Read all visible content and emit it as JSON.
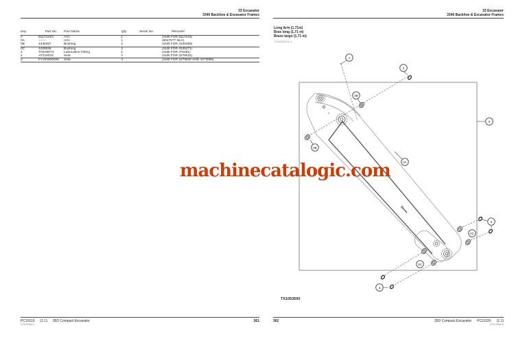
{
  "watermark": {
    "text": "machinecatalogic.com",
    "color": "#c4400d"
  },
  "left_page": {
    "header": {
      "line1": "33 Excavator",
      "line2": "3340 Backhoe & Excavator Frames"
    },
    "table": {
      "headers": {
        "key": "Key",
        "part_no": "Part No.",
        "part_name": "Part Name",
        "qty": "Qty.",
        "serial_no": "Serial No.",
        "remarks": "Remarks"
      },
      "rows": [
        {
          "key": "0",
          "part_no": "8117243G",
          "part_name": "Arm",
          "qty": "1",
          "serial_no": "",
          "remarks": "(SUB FOR 8117243)"
        },
        {
          "key": "0A",
          "part_no": "– – –",
          "part_name": "Arm",
          "qty": "1",
          "serial_no": "",
          "remarks": "(9027077 NLA)"
        },
        {
          "key": "0B",
          "part_no": "4430457",
          "part_name": "Bushing",
          "qty": "2",
          "serial_no": "",
          "remarks": "(SUB FOR 4340369)"
        },
        {
          "key": "0C",
          "part_no": "4428636",
          "part_name": "Bushing",
          "qty": "4",
          "serial_no": "",
          "remarks": "(SUB FOR 4345371)"
        },
        {
          "key": "1",
          "part_no": "TH100074",
          "part_name": "Lubrication Fitting",
          "qty": "1",
          "serial_no": "",
          "remarks": "(SUB FOR J75481)"
        },
        {
          "key": "2",
          "part_no": "AT318033",
          "part_name": "Seal",
          "qty": "2",
          "serial_no": "",
          "remarks": "(SUB FOR 4279531)"
        },
        {
          "key": "3",
          "part_no": "FYJ00006026",
          "part_name": "Seal",
          "qty": "4",
          "serial_no": "",
          "remarks": "(SUB FOR 4279530 AND 4473086)"
        }
      ]
    },
    "footer": {
      "doc_no": "PC10116",
      "revision": "(1.1)",
      "model": "35D Compact Excavator",
      "page_no": "361",
      "print_code": "071012008-1)"
    }
  },
  "right_page": {
    "header": {
      "line1": "33 Excavator",
      "line2": "3340 Backhoe & Excavator Frames"
    },
    "title": {
      "en": "Long Arm (1.71m)",
      "fr": "Bras long (1,71 m)",
      "es": "Brazo largo (1,71 m)"
    },
    "figure_ref_small": "TX1053693 A-1",
    "figure_id": "TX1053693",
    "diagram": {
      "callout_labels": [
        "1",
        "2",
        "0",
        "0B",
        "0B",
        "0A",
        "0C",
        "0C",
        "3",
        "3"
      ]
    },
    "footer": {
      "page_no": "362",
      "model": "35D Compact Excavator",
      "doc_no": "PC10116",
      "revision": "(1.1)",
      "print_code": "071012008-1)"
    }
  }
}
